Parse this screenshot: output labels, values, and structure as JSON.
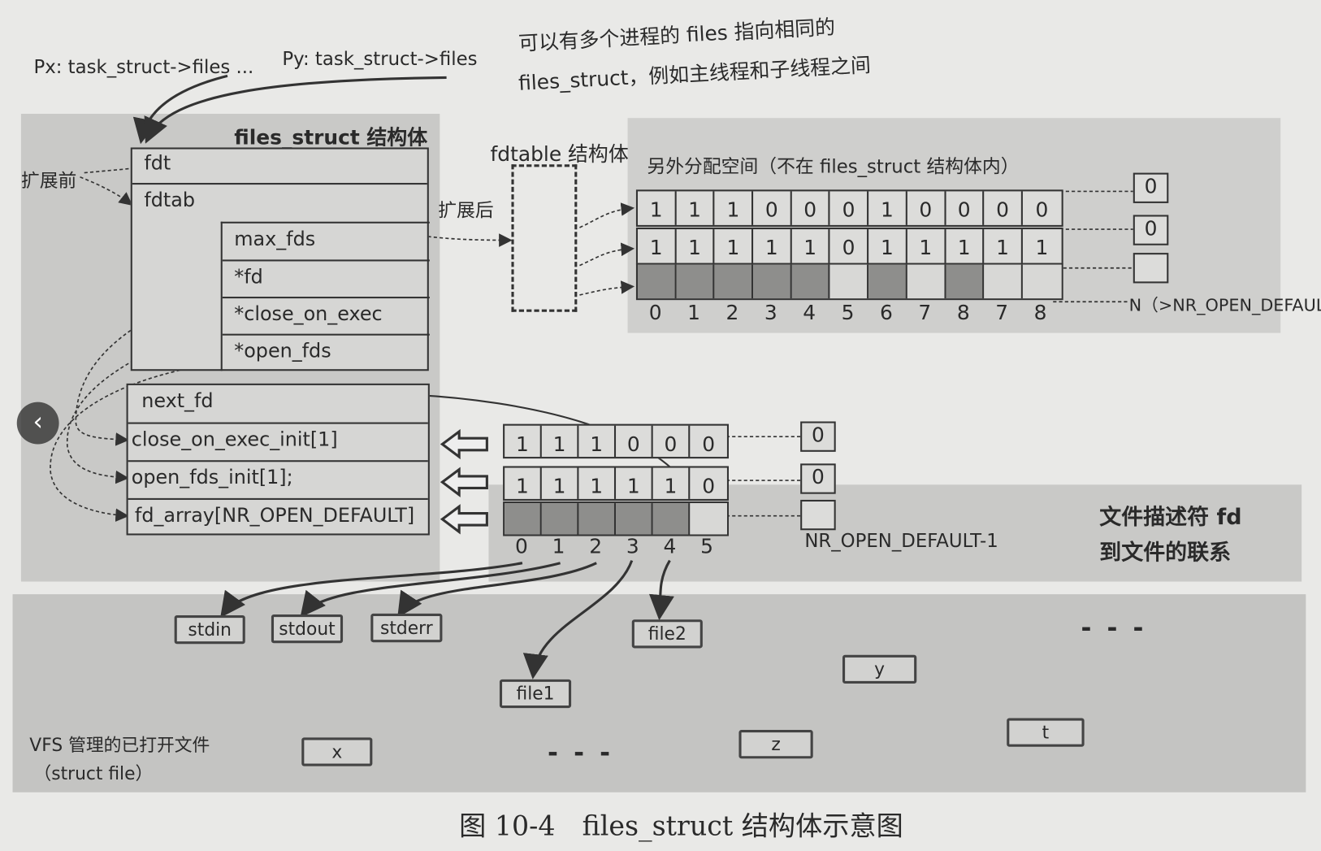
{
  "top_labels": {
    "px": "Px: task_struct->files ...",
    "py": "Py: task_struct->files",
    "note_line1": "可以有多个进程的 files 指向相同的",
    "note_line2": "files_struct，例如主线程和子线程之间"
  },
  "files_struct": {
    "title": "files_struct 结构体",
    "before_label": "扩展前",
    "rows": [
      "fdt",
      "fdtab",
      "max_fds",
      "*fd",
      "*close_on_exec",
      "*open_fds"
    ],
    "rows2": [
      "next_fd",
      "close_on_exec_init[1]",
      "open_fds_init[1];",
      "fd_array[NR_OPEN_DEFAULT]"
    ]
  },
  "fdtable": {
    "title": "fdtable 结构体",
    "after_label": "扩展后"
  },
  "extra": {
    "title": "另外分配空间（不在 files_struct 结构体内）",
    "close_on_exec": [
      "1",
      "1",
      "1",
      "0",
      "0",
      "0",
      "1",
      "0",
      "0",
      "0",
      "0"
    ],
    "open_fds": [
      "1",
      "1",
      "1",
      "1",
      "1",
      "0",
      "1",
      "1",
      "1",
      "1",
      "1"
    ],
    "fd_shade": [
      "dark",
      "dark",
      "dark",
      "dark",
      "dark",
      "light",
      "dark",
      "light",
      "dark",
      "light",
      "light"
    ],
    "indices": [
      "0",
      "1",
      "2",
      "3",
      "4",
      "5",
      "6",
      "7",
      "8",
      "7",
      "8"
    ],
    "end_values": [
      "0",
      "0",
      ""
    ],
    "end_label": "N（>NR_OPEN_DEFAULT"
  },
  "initial": {
    "close_on_exec": [
      "1",
      "1",
      "1",
      "0",
      "0",
      "0"
    ],
    "open_fds": [
      "1",
      "1",
      "1",
      "1",
      "1",
      "0"
    ],
    "fd_shade": [
      "dark",
      "dark",
      "dark",
      "dark",
      "dark",
      "light"
    ],
    "indices": [
      "0",
      "1",
      "2",
      "3",
      "4",
      "5"
    ],
    "end_values": [
      "0",
      "0",
      ""
    ],
    "end_label": "NR_OPEN_DEFAULT-1"
  },
  "relation_label": [
    "文件描述符 fd",
    "到文件的联系"
  ],
  "files": {
    "stdin": "stdin",
    "stdout": "stdout",
    "stderr": "stderr",
    "file1": "file1",
    "file2": "file2",
    "x": "x",
    "y": "y",
    "z": "z",
    "t": "t",
    "ellipsis": "- - -"
  },
  "vfs_label": [
    "VFS 管理的已打开文件",
    "（struct file）"
  ],
  "caption": "图 10-4　files_struct 结构体示意图",
  "nav": {
    "back_icon": "chevron-left-icon"
  }
}
